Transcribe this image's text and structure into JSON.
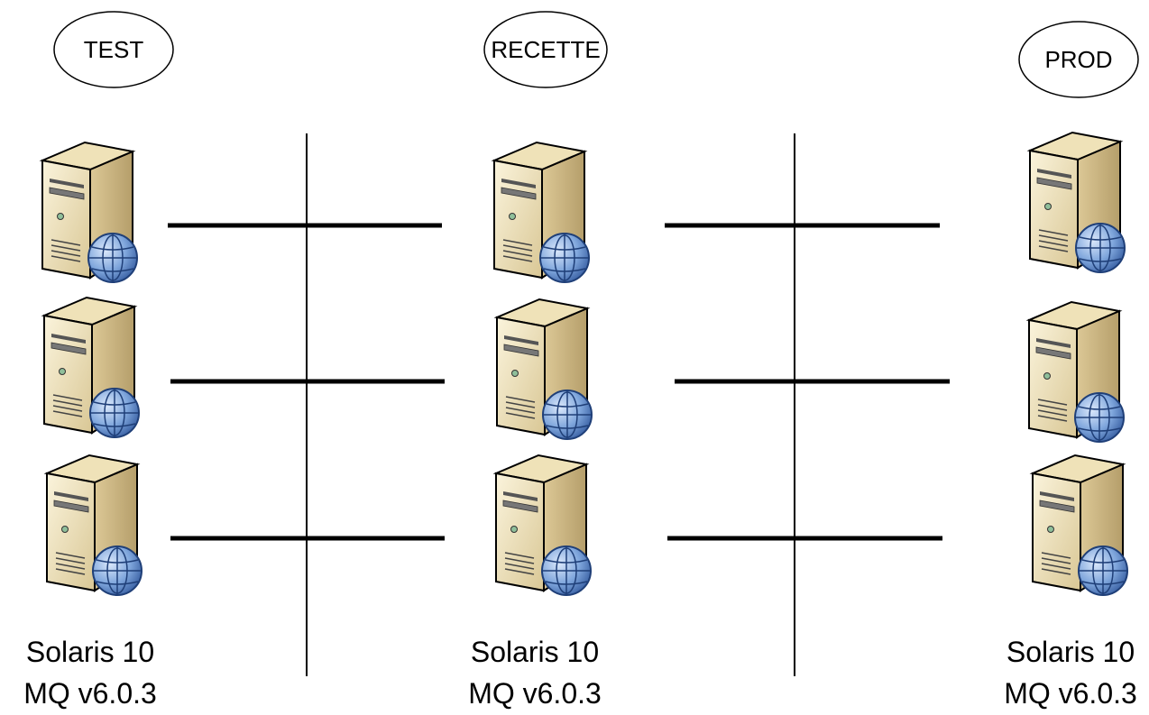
{
  "environments": [
    {
      "name": "TEST",
      "os": "Solaris 10",
      "mq": "MQ v6.0.3"
    },
    {
      "name": "RECETTE",
      "os": "Solaris 10",
      "mq": "MQ v6.0.3"
    },
    {
      "name": "PROD",
      "os": "Solaris 10",
      "mq": "MQ v6.0.3"
    }
  ],
  "server_icon": "server-with-globe-icon",
  "colors": {
    "server_front": "#f3e8c4",
    "server_side": "#c9b382",
    "server_top": "#e9dcb2",
    "globe": "#5c88c8",
    "line": "#000000"
  }
}
